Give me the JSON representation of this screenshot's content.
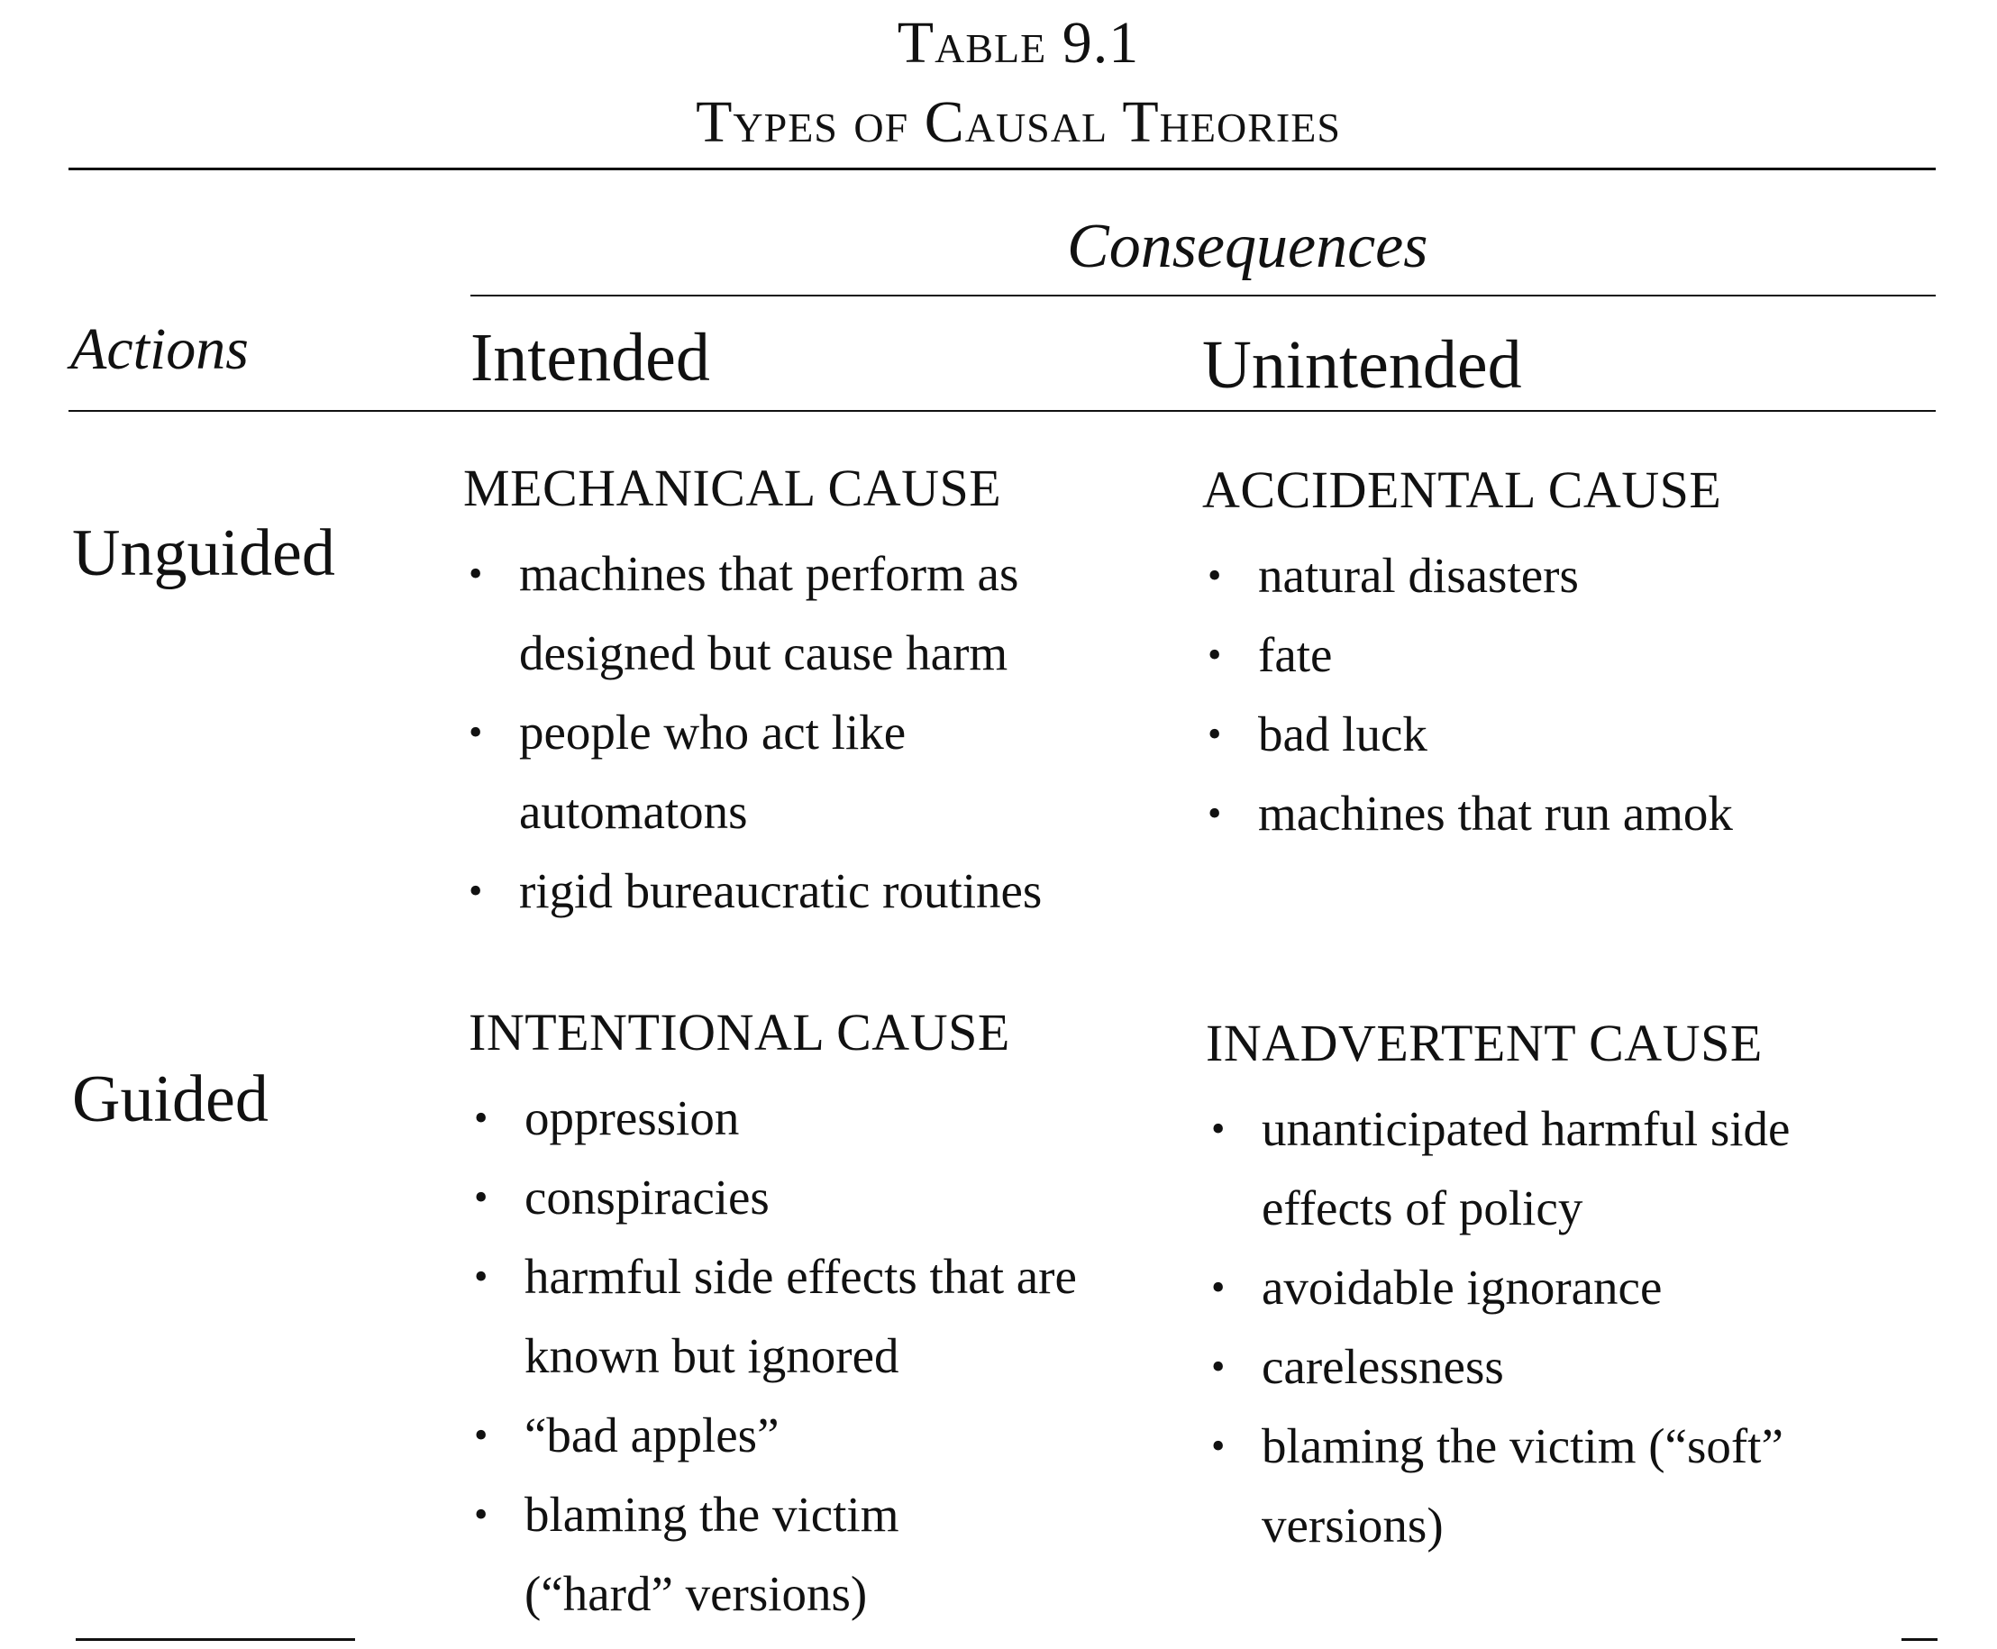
{
  "table": {
    "label": "Table 9.1",
    "title": "Types of Causal Theories",
    "consequences_header": "Consequences",
    "actions_header": "Actions",
    "intended_header": "Intended",
    "unintended_header": "Unintended",
    "rows": {
      "unguided": "Unguided",
      "guided": "Guided"
    },
    "mechanical": {
      "title": "MECHANICAL CAUSE",
      "items": [
        [
          "machines that perform as",
          "designed but cause harm"
        ],
        [
          "people who act like",
          "automatons"
        ],
        [
          "rigid bureaucratic routines"
        ]
      ]
    },
    "accidental": {
      "title": "ACCIDENTAL CAUSE",
      "items": [
        [
          "natural disasters"
        ],
        [
          "fate"
        ],
        [
          "bad luck"
        ],
        [
          "machines that run amok"
        ]
      ]
    },
    "intentional": {
      "title": "INTENTIONAL CAUSE",
      "items": [
        [
          "oppression"
        ],
        [
          "conspiracies"
        ],
        [
          "harmful side effects that are",
          "known but ignored"
        ],
        [
          "“bad apples”"
        ],
        [
          "blaming the victim",
          "(“hard” versions)"
        ]
      ]
    },
    "inadvertent": {
      "title": "INADVERTENT CAUSE",
      "items": [
        [
          "unanticipated harmful side",
          "effects of policy"
        ],
        [
          "avoidable ignorance"
        ],
        [
          "carelessness"
        ],
        [
          "blaming the victim (“soft”",
          "versions)"
        ]
      ]
    }
  }
}
